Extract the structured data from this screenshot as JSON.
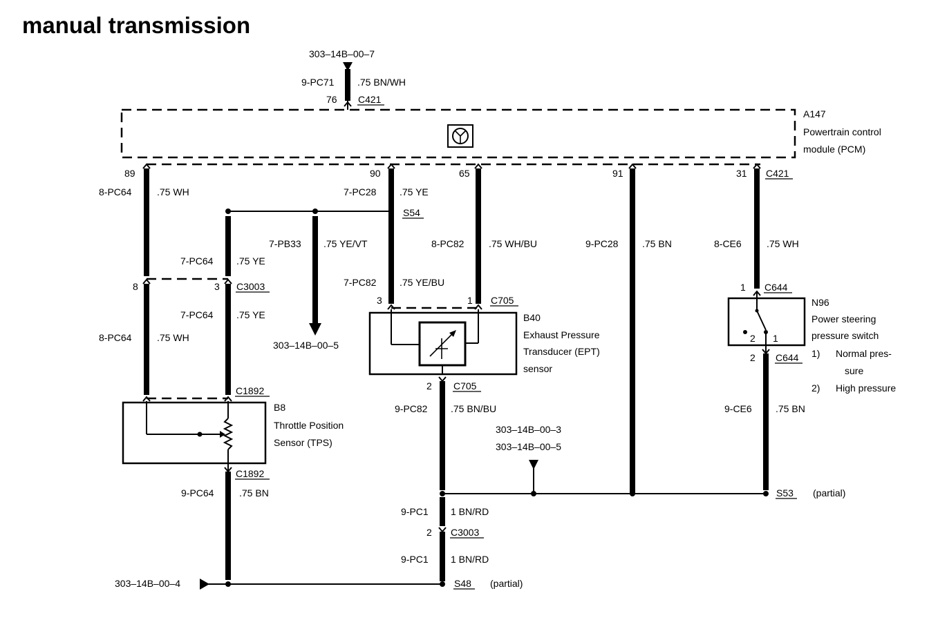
{
  "title": "manual transmission",
  "refs": {
    "top": "303–14B–00–7",
    "mid_left": "303–14B–00–5",
    "mid_right_1": "303–14B–00–3",
    "mid_right_2": "303–14B–00–5",
    "bottom": "303–14B–00–4"
  },
  "pcm": {
    "id": "A147",
    "name_line1": "Powertrain control",
    "name_line2": "module (PCM)",
    "connector_top": "C421",
    "connector_right": "C421",
    "pins": {
      "p76": "76",
      "p89": "89",
      "p90": "90",
      "p65": "65",
      "p91": "91",
      "p31": "31"
    }
  },
  "wires": {
    "w1": {
      "circuit": "9-PC71",
      "spec": ".75 BN/WH"
    },
    "w2": {
      "circuit": "8-PC64",
      "spec": ".75 WH"
    },
    "w3": {
      "circuit": "7-PC28",
      "spec": ".75 YE"
    },
    "w4": {
      "circuit": "7-PB33",
      "spec": ".75 YE/VT"
    },
    "w5": {
      "circuit": "7-PC64",
      "spec": ".75 YE"
    },
    "w6": {
      "circuit": "8-PC82",
      "spec": ".75 WH/BU"
    },
    "w7": {
      "circuit": "9-PC28",
      "spec": ".75 BN"
    },
    "w8": {
      "circuit": "8-CE6",
      "spec": ".75 WH"
    },
    "w9": {
      "circuit": "7-PC82",
      "spec": ".75 YE/BU"
    },
    "w10": {
      "circuit": "7-PC64",
      "spec": ".75 YE"
    },
    "w11": {
      "circuit": "8-PC64",
      "spec": ".75 WH"
    },
    "w12": {
      "circuit": "9-PC82",
      "spec": ".75 BN/BU"
    },
    "w13": {
      "circuit": "9-CE6",
      "spec": ".75 BN"
    },
    "w14": {
      "circuit": "9-PC64",
      "spec": ".75 BN"
    },
    "w15": {
      "circuit": "9-PC1",
      "spec": "1 BN/RD"
    },
    "w16": {
      "circuit": "9-PC1",
      "spec": "1 BN/RD"
    }
  },
  "splices": {
    "s54": "S54",
    "s53": "S53",
    "s53_note": "(partial)",
    "s48": "S48",
    "s48_note": "(partial)"
  },
  "connectors": {
    "c3003a": {
      "pin_a": "8",
      "pin_b": "3",
      "name": "C3003"
    },
    "c705a": {
      "pin_a": "3",
      "pin_b": "1",
      "name": "C705"
    },
    "c705b": {
      "pin": "2",
      "name": "C705"
    },
    "c644a": {
      "pin": "1",
      "name": "C644"
    },
    "c644b": {
      "pin": "2",
      "name": "C644"
    },
    "c1892a": {
      "name": "C1892"
    },
    "c1892b": {
      "name": "C1892"
    },
    "c3003b": {
      "pin": "2",
      "name": "C3003"
    }
  },
  "tps": {
    "id": "B8",
    "name_line1": "Throttle Position",
    "name_line2": "Sensor (TPS)"
  },
  "ept": {
    "id": "B40",
    "name_line1": "Exhaust Pressure",
    "name_line2": "Transducer (EPT)",
    "name_line3": "sensor"
  },
  "psps": {
    "id": "N96",
    "name_line1": "Power steering",
    "name_line2": "pressure switch",
    "contact_2": "2",
    "contact_1": "1",
    "note1_num": "1)",
    "note1_line1": "Normal pres-",
    "note1_line2": "sure",
    "note2_num": "2)",
    "note2_text": "High pressure"
  }
}
